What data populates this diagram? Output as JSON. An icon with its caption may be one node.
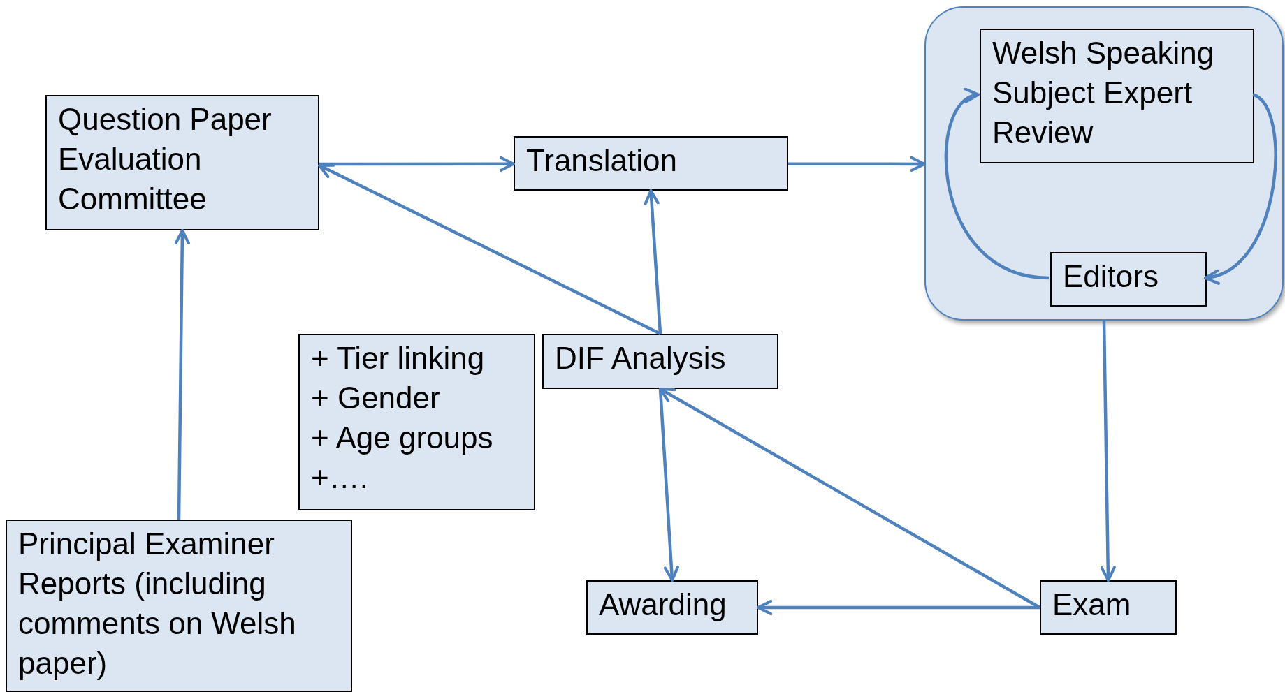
{
  "diagram": {
    "nodes": [
      {
        "text": [
          "Question Paper Evaluation Committee"
        ]
      },
      {
        "text": [
          "Translation"
        ]
      },
      {
        "text": [],
        "shape": "box"
      },
      {
        "text": [
          "Welsh Speaking Subject Expert Review"
        ],
        "in": 2
      },
      {
        "text": [
          "Editors"
        ],
        "in": 2
      },
      {
        "text": [
          "+ Tier linking",
          "+ Gender",
          "+ Age groups",
          "+…."
        ]
      },
      {
        "text": [
          "DIF Analysis"
        ]
      },
      {
        "text": [
          "Principal Examiner Reports (including comments on Welsh paper)"
        ]
      },
      {
        "text": [
          "Awarding"
        ]
      },
      {
        "text": [
          "Exam"
        ]
      }
    ],
    "edges": [
      {
        "from": 0,
        "to": 1,
        "arrow": "to"
      },
      {
        "from": 6,
        "to": 0,
        "arrow": "to"
      },
      {
        "from": 6,
        "to": 1,
        "arrow": "to"
      },
      {
        "from": 1,
        "to": 2,
        "arrow": "to"
      },
      {
        "from": 3,
        "to": 4,
        "arrow": "to"
      },
      {
        "from": 4,
        "to": 3,
        "arrow": "to"
      },
      {
        "from": 2,
        "to": 9,
        "arrow": "to"
      },
      {
        "from": 9,
        "to": 6,
        "arrow": "to"
      },
      {
        "from": 9,
        "to": 8,
        "arrow": "to"
      },
      {
        "from": 6,
        "to": 8,
        "arrow": "to"
      },
      {
        "from": 7,
        "to": 0,
        "arrow": "to"
      }
    ]
  }
}
